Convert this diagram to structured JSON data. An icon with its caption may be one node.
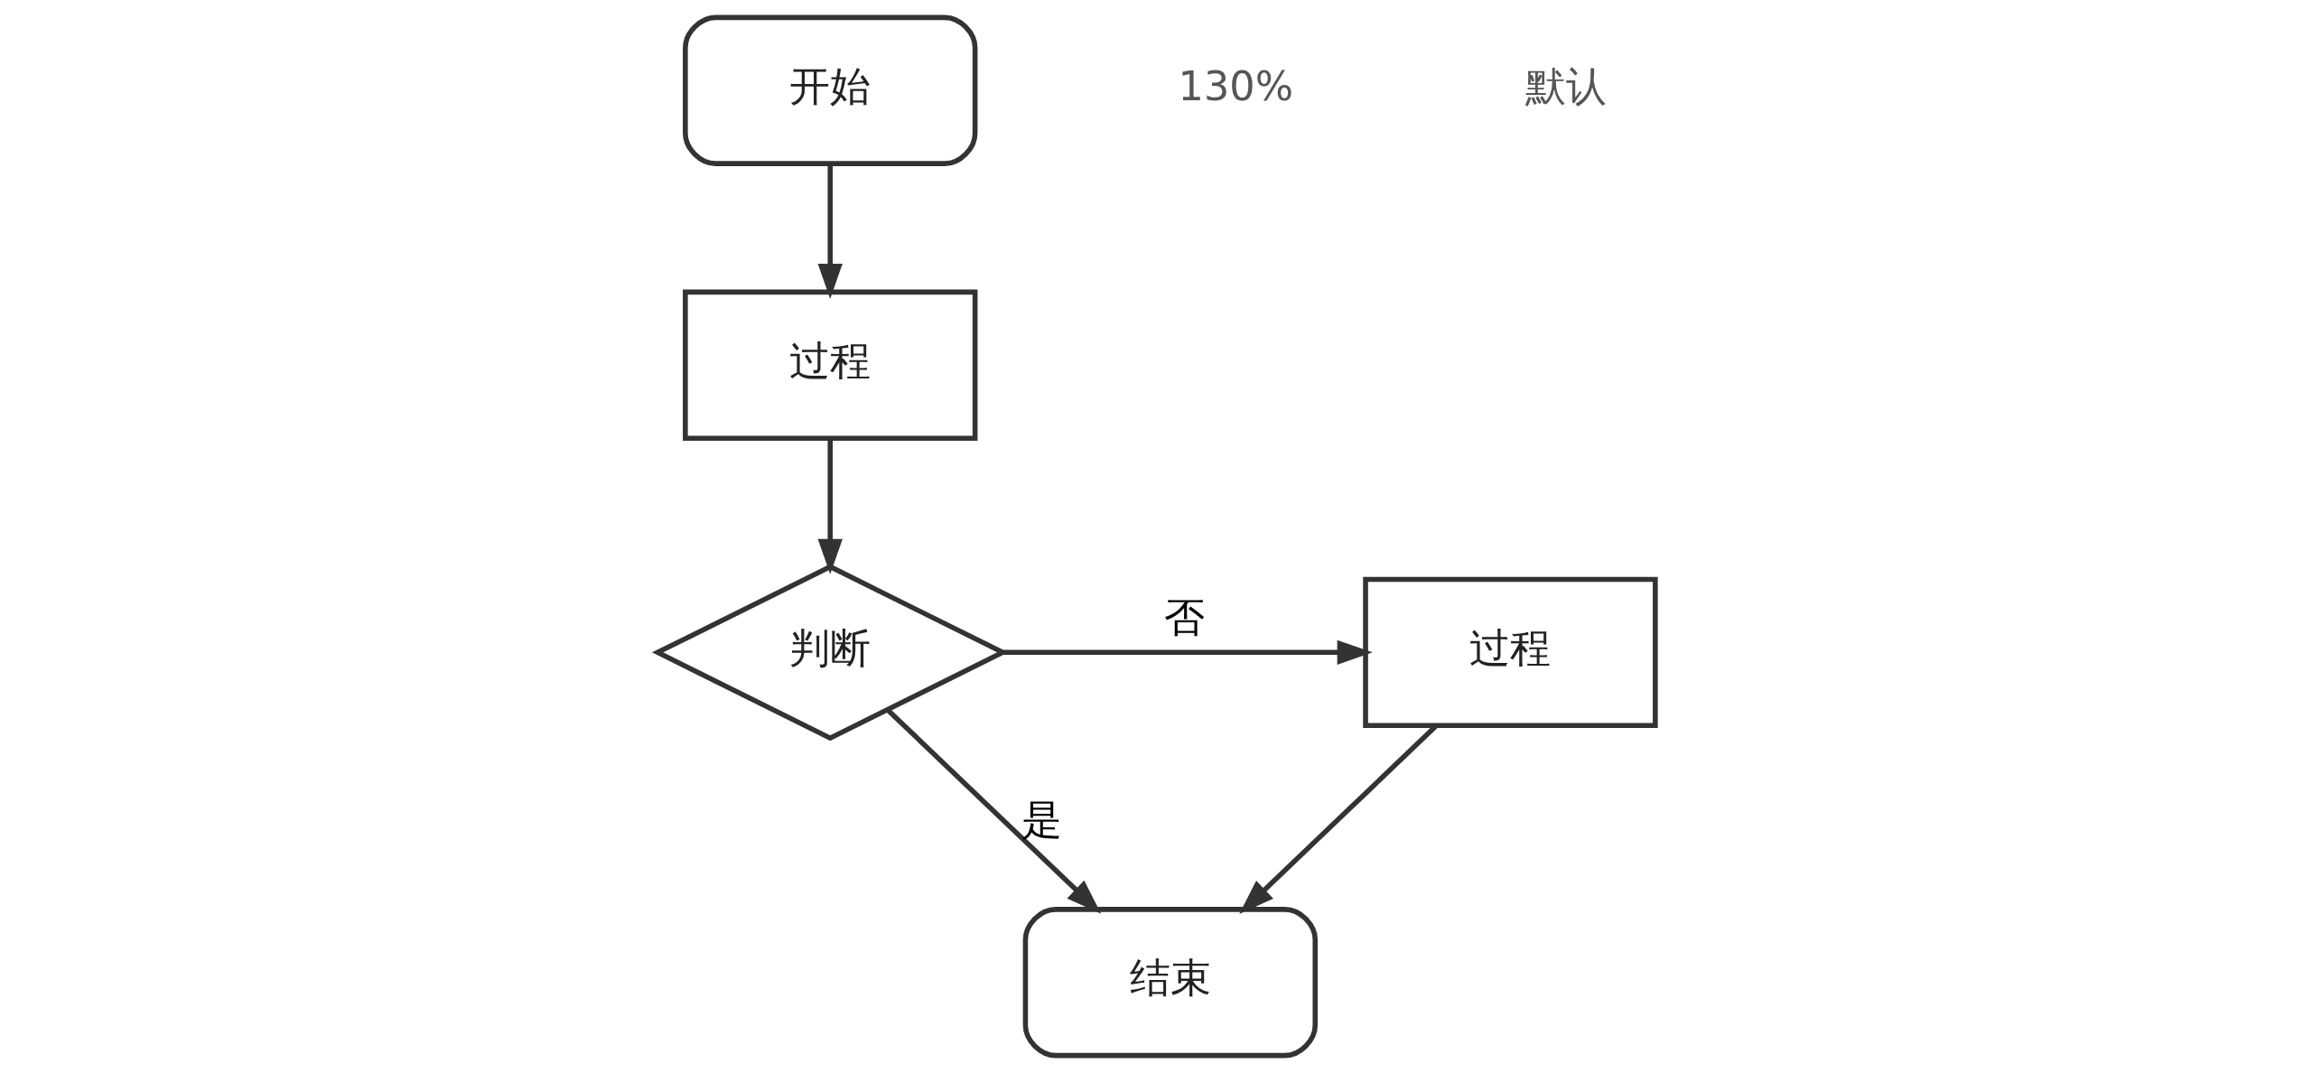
{
  "diagram": {
    "nodes": [
      {
        "text": [
          "开始"
        ]
      },
      {
        "text": [
          "过程"
        ]
      },
      {
        "text": [
          "判断"
        ]
      },
      {
        "text": [
          "过程"
        ]
      },
      {
        "text": [
          "结束"
        ]
      }
    ],
    "edges": [
      {
        "from": 0,
        "to": 1,
        "arrow": "to"
      },
      {
        "from": 1,
        "to": 2,
        "arrow": "to"
      },
      {
        "from": 2,
        "to": 3,
        "arrow": "to",
        "label": "否"
      },
      {
        "from": 2,
        "to": 4,
        "arrow": "to",
        "label": "是"
      },
      {
        "from": 3,
        "to": 4,
        "arrow": "to"
      }
    ],
    "labels": [
      "130%",
      "默认"
    ]
  }
}
